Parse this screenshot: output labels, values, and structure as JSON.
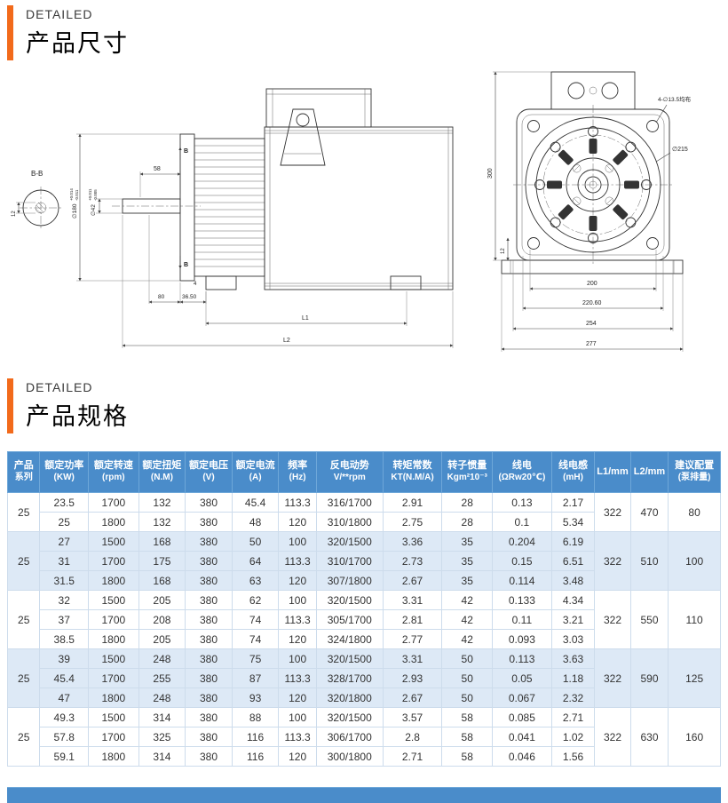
{
  "colors": {
    "accent_orange": "#f26a1b",
    "header_blue": "#4a8cca",
    "row_alt_blue": "#dde9f6"
  },
  "section_dimensions": {
    "eyebrow": "DETAILED",
    "title": "产品尺寸"
  },
  "section_specs": {
    "eyebrow": "DETAILED",
    "title": "产品规格"
  },
  "drawings": {
    "side": {
      "section_label": "B-B",
      "dim_12": "12",
      "dim_58": "58",
      "b_top": "B",
      "b_bottom": "B",
      "dia_180": "∅180",
      "tol_180_top": "+0.014",
      "tol_180_bot": "-0.011",
      "dia_42": "∅42",
      "tol_42_top": "+0.011",
      "tol_42_bot": "-0.005",
      "dim_4": "4",
      "dim_80": "80",
      "dim_3650": "36.50",
      "dim_l1": "L1",
      "dim_l2": "L2"
    },
    "front": {
      "leader_holes": "4-∅13.5均布",
      "dia_215": "∅215",
      "dim_300": "300",
      "dim_12": "12",
      "dim_200": "200",
      "dim_22060": "220.60",
      "dim_254": "254",
      "dim_277": "277"
    }
  },
  "table": {
    "headers": [
      {
        "line1": "产品",
        "line2": "系列"
      },
      {
        "line1": "额定功率",
        "line2": "(KW)"
      },
      {
        "line1": "额定转速",
        "line2": "(rpm)"
      },
      {
        "line1": "额定扭矩",
        "line2": "(N.M)"
      },
      {
        "line1": "额定电压",
        "line2": "(V)"
      },
      {
        "line1": "额定电流",
        "line2": "(A)"
      },
      {
        "line1": "频率",
        "line2": "(Hz)"
      },
      {
        "line1": "反电动势",
        "line2": "V/**rpm"
      },
      {
        "line1": "转矩常数",
        "line2": "KT(N.M/A)"
      },
      {
        "line1": "转子惯量",
        "line2": "Kgm²10⁻³"
      },
      {
        "line1": "线电",
        "line2": "(ΩRw20℃)"
      },
      {
        "line1": "线电感",
        "line2": "(mH)"
      },
      {
        "line1": "L1/mm",
        "line2": ""
      },
      {
        "line1": "L2/mm",
        "line2": ""
      },
      {
        "line1": "建议配置",
        "line2": "(泵排量)"
      }
    ],
    "groups": [
      {
        "series": "25",
        "L1": "322",
        "L2": "470",
        "pump": "80",
        "rows": [
          [
            "23.5",
            "1700",
            "132",
            "380",
            "45.4",
            "113.3",
            "316/1700",
            "2.91",
            "28",
            "0.13",
            "2.17"
          ],
          [
            "25",
            "1800",
            "132",
            "380",
            "48",
            "120",
            "310/1800",
            "2.75",
            "28",
            "0.1",
            "5.34"
          ]
        ]
      },
      {
        "series": "25",
        "L1": "322",
        "L2": "510",
        "pump": "100",
        "rows": [
          [
            "27",
            "1500",
            "168",
            "380",
            "50",
            "100",
            "320/1500",
            "3.36",
            "35",
            "0.204",
            "6.19"
          ],
          [
            "31",
            "1700",
            "175",
            "380",
            "64",
            "113.3",
            "310/1700",
            "2.73",
            "35",
            "0.15",
            "6.51"
          ],
          [
            "31.5",
            "1800",
            "168",
            "380",
            "63",
            "120",
            "307/1800",
            "2.67",
            "35",
            "0.114",
            "3.48"
          ]
        ]
      },
      {
        "series": "25",
        "L1": "322",
        "L2": "550",
        "pump": "110",
        "rows": [
          [
            "32",
            "1500",
            "205",
            "380",
            "62",
            "100",
            "320/1500",
            "3.31",
            "42",
            "0.133",
            "4.34"
          ],
          [
            "37",
            "1700",
            "208",
            "380",
            "74",
            "113.3",
            "305/1700",
            "2.81",
            "42",
            "0.11",
            "3.21"
          ],
          [
            "38.5",
            "1800",
            "205",
            "380",
            "74",
            "120",
            "324/1800",
            "2.77",
            "42",
            "0.093",
            "3.03"
          ]
        ]
      },
      {
        "series": "25",
        "L1": "322",
        "L2": "590",
        "pump": "125",
        "rows": [
          [
            "39",
            "1500",
            "248",
            "380",
            "75",
            "100",
            "320/1500",
            "3.31",
            "50",
            "0.113",
            "3.63"
          ],
          [
            "45.4",
            "1700",
            "255",
            "380",
            "87",
            "113.3",
            "328/1700",
            "2.93",
            "50",
            "0.05",
            "1.18"
          ],
          [
            "47",
            "1800",
            "248",
            "380",
            "93",
            "120",
            "320/1800",
            "2.67",
            "50",
            "0.067",
            "2.32"
          ]
        ]
      },
      {
        "series": "25",
        "L1": "322",
        "L2": "630",
        "pump": "160",
        "rows": [
          [
            "49.3",
            "1500",
            "314",
            "380",
            "88",
            "100",
            "320/1500",
            "3.57",
            "58",
            "0.085",
            "2.71"
          ],
          [
            "57.8",
            "1700",
            "325",
            "380",
            "116",
            "113.3",
            "306/1700",
            "2.8",
            "58",
            "0.041",
            "1.02"
          ],
          [
            "59.1",
            "1800",
            "314",
            "380",
            "116",
            "120",
            "300/1800",
            "2.71",
            "58",
            "0.046",
            "1.56"
          ]
        ]
      }
    ]
  }
}
